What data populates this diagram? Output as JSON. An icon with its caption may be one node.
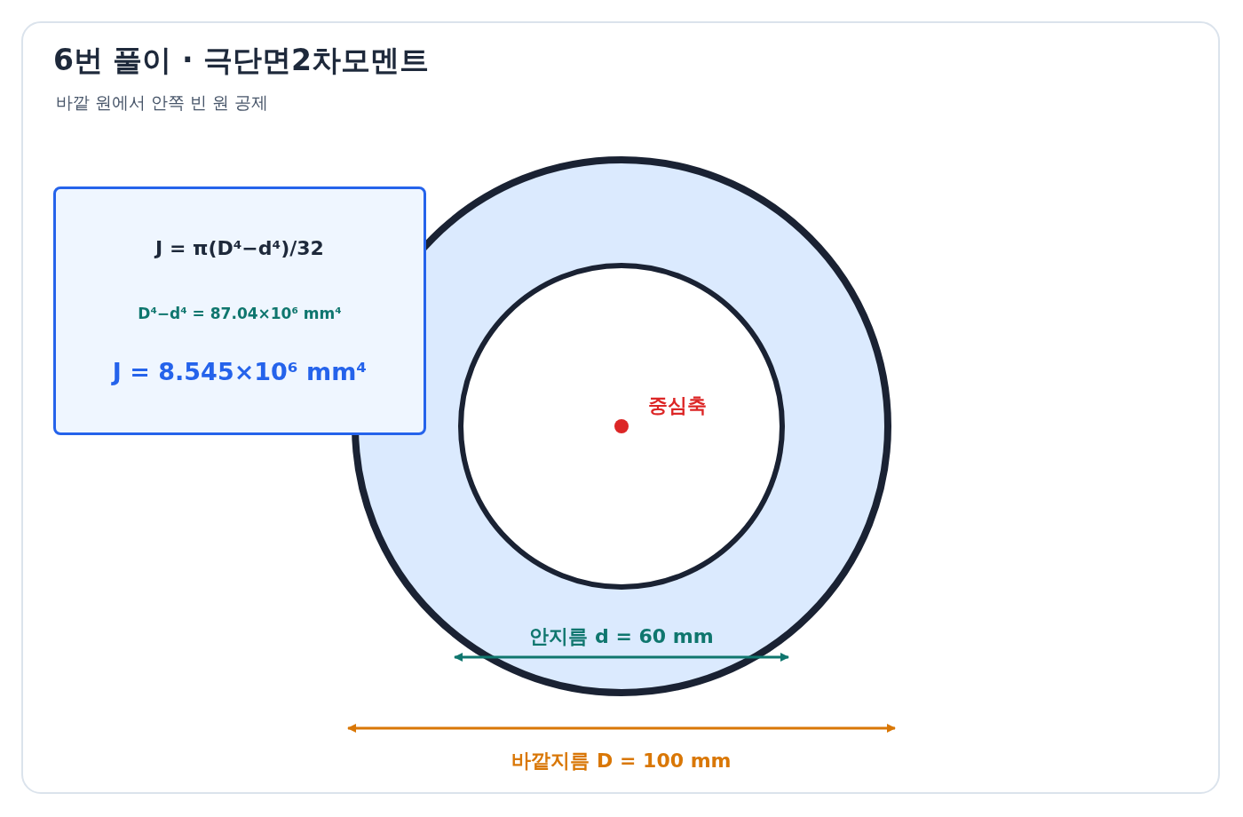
{
  "diagram": {
    "title": "6번 풀이 · 극단면2차모멘트",
    "nodes": [
      {
        "text": [
          "J = π(D⁴−d⁴)/32",
          "D⁴−d⁴ = 87.04×10⁶ mm⁴",
          "J = 8.545×10⁶ mm⁴"
        ]
      }
    ],
    "labels": [
      "바깥 원에서 안쪽 빈 원 공제",
      "중심축",
      "안지름 d = 60 mm",
      "바깥지름 D = 100 mm"
    ]
  }
}
